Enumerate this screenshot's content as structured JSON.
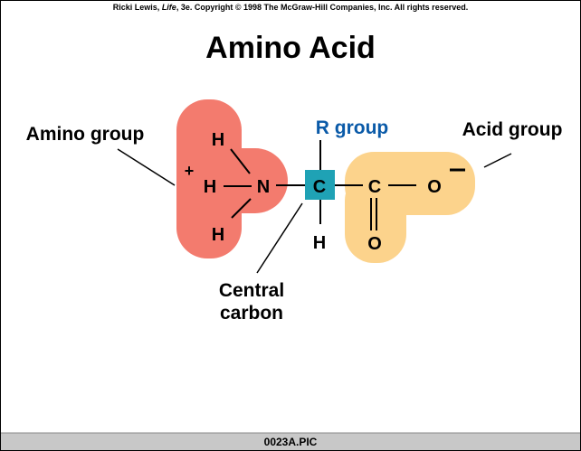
{
  "copyright": {
    "prefix": "Ricki Lewis, ",
    "book": "Life",
    "suffix": ", 3e.  Copyright © 1998 The McGraw-Hill Companies, Inc.  All rights reserved."
  },
  "title": "Amino Acid",
  "labels": {
    "amino_group": "Amino group",
    "r_group": "R group",
    "acid_group": "Acid group",
    "central_carbon_1": "Central",
    "central_carbon_2": "carbon"
  },
  "atoms": {
    "h_top": "H",
    "h_left": "H",
    "h_bottom": "H",
    "plus": "+",
    "n": "N",
    "c_central": "C",
    "h_central": "H",
    "c_acid": "C",
    "o_single": "O",
    "o_double": "O"
  },
  "status_bar": "0023A.PIC",
  "colors": {
    "amino": "#f37b6e",
    "acid": "#fcd38c",
    "central": "#1fa2b5",
    "r_group": "#0a5aa8"
  }
}
